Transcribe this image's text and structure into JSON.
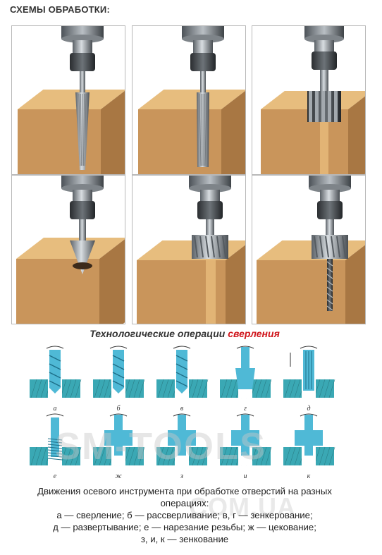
{
  "page": {
    "heading": "СХЕМЫ ОБРАБОТКИ:"
  },
  "photo_grid": {
    "cells": [
      {
        "tool": "reamer-tapered"
      },
      {
        "tool": "reamer-straight"
      },
      {
        "tool": "slotting-cutter"
      },
      {
        "tool": "countersink"
      },
      {
        "tool": "counterbore"
      },
      {
        "tool": "counterbore-with-drill"
      }
    ]
  },
  "diagram": {
    "title_prefix": "Технологические операции ",
    "title_highlight": "сверления",
    "colors": {
      "tool": "#4fb9d6",
      "workpiece": "#3aa8b4",
      "highlight": "#d0151b"
    },
    "row1_labels": [
      "а",
      "б",
      "в",
      "г",
      "д"
    ],
    "row2_labels": [
      "е",
      "ж",
      "з",
      "и",
      "к"
    ],
    "caption_lines": [
      "Движения осевого инструмента при обработке отверстий на разных",
      "операциях:",
      "а — сверление; б — рассверливание; в, г — зенкерование;",
      "д — развертывание; е — нарезание резьбы; ж — цекование;",
      "з, и, к — зенкование"
    ],
    "watermark": "SM-TOOLS",
    "watermark_domain": "COM.UA"
  }
}
